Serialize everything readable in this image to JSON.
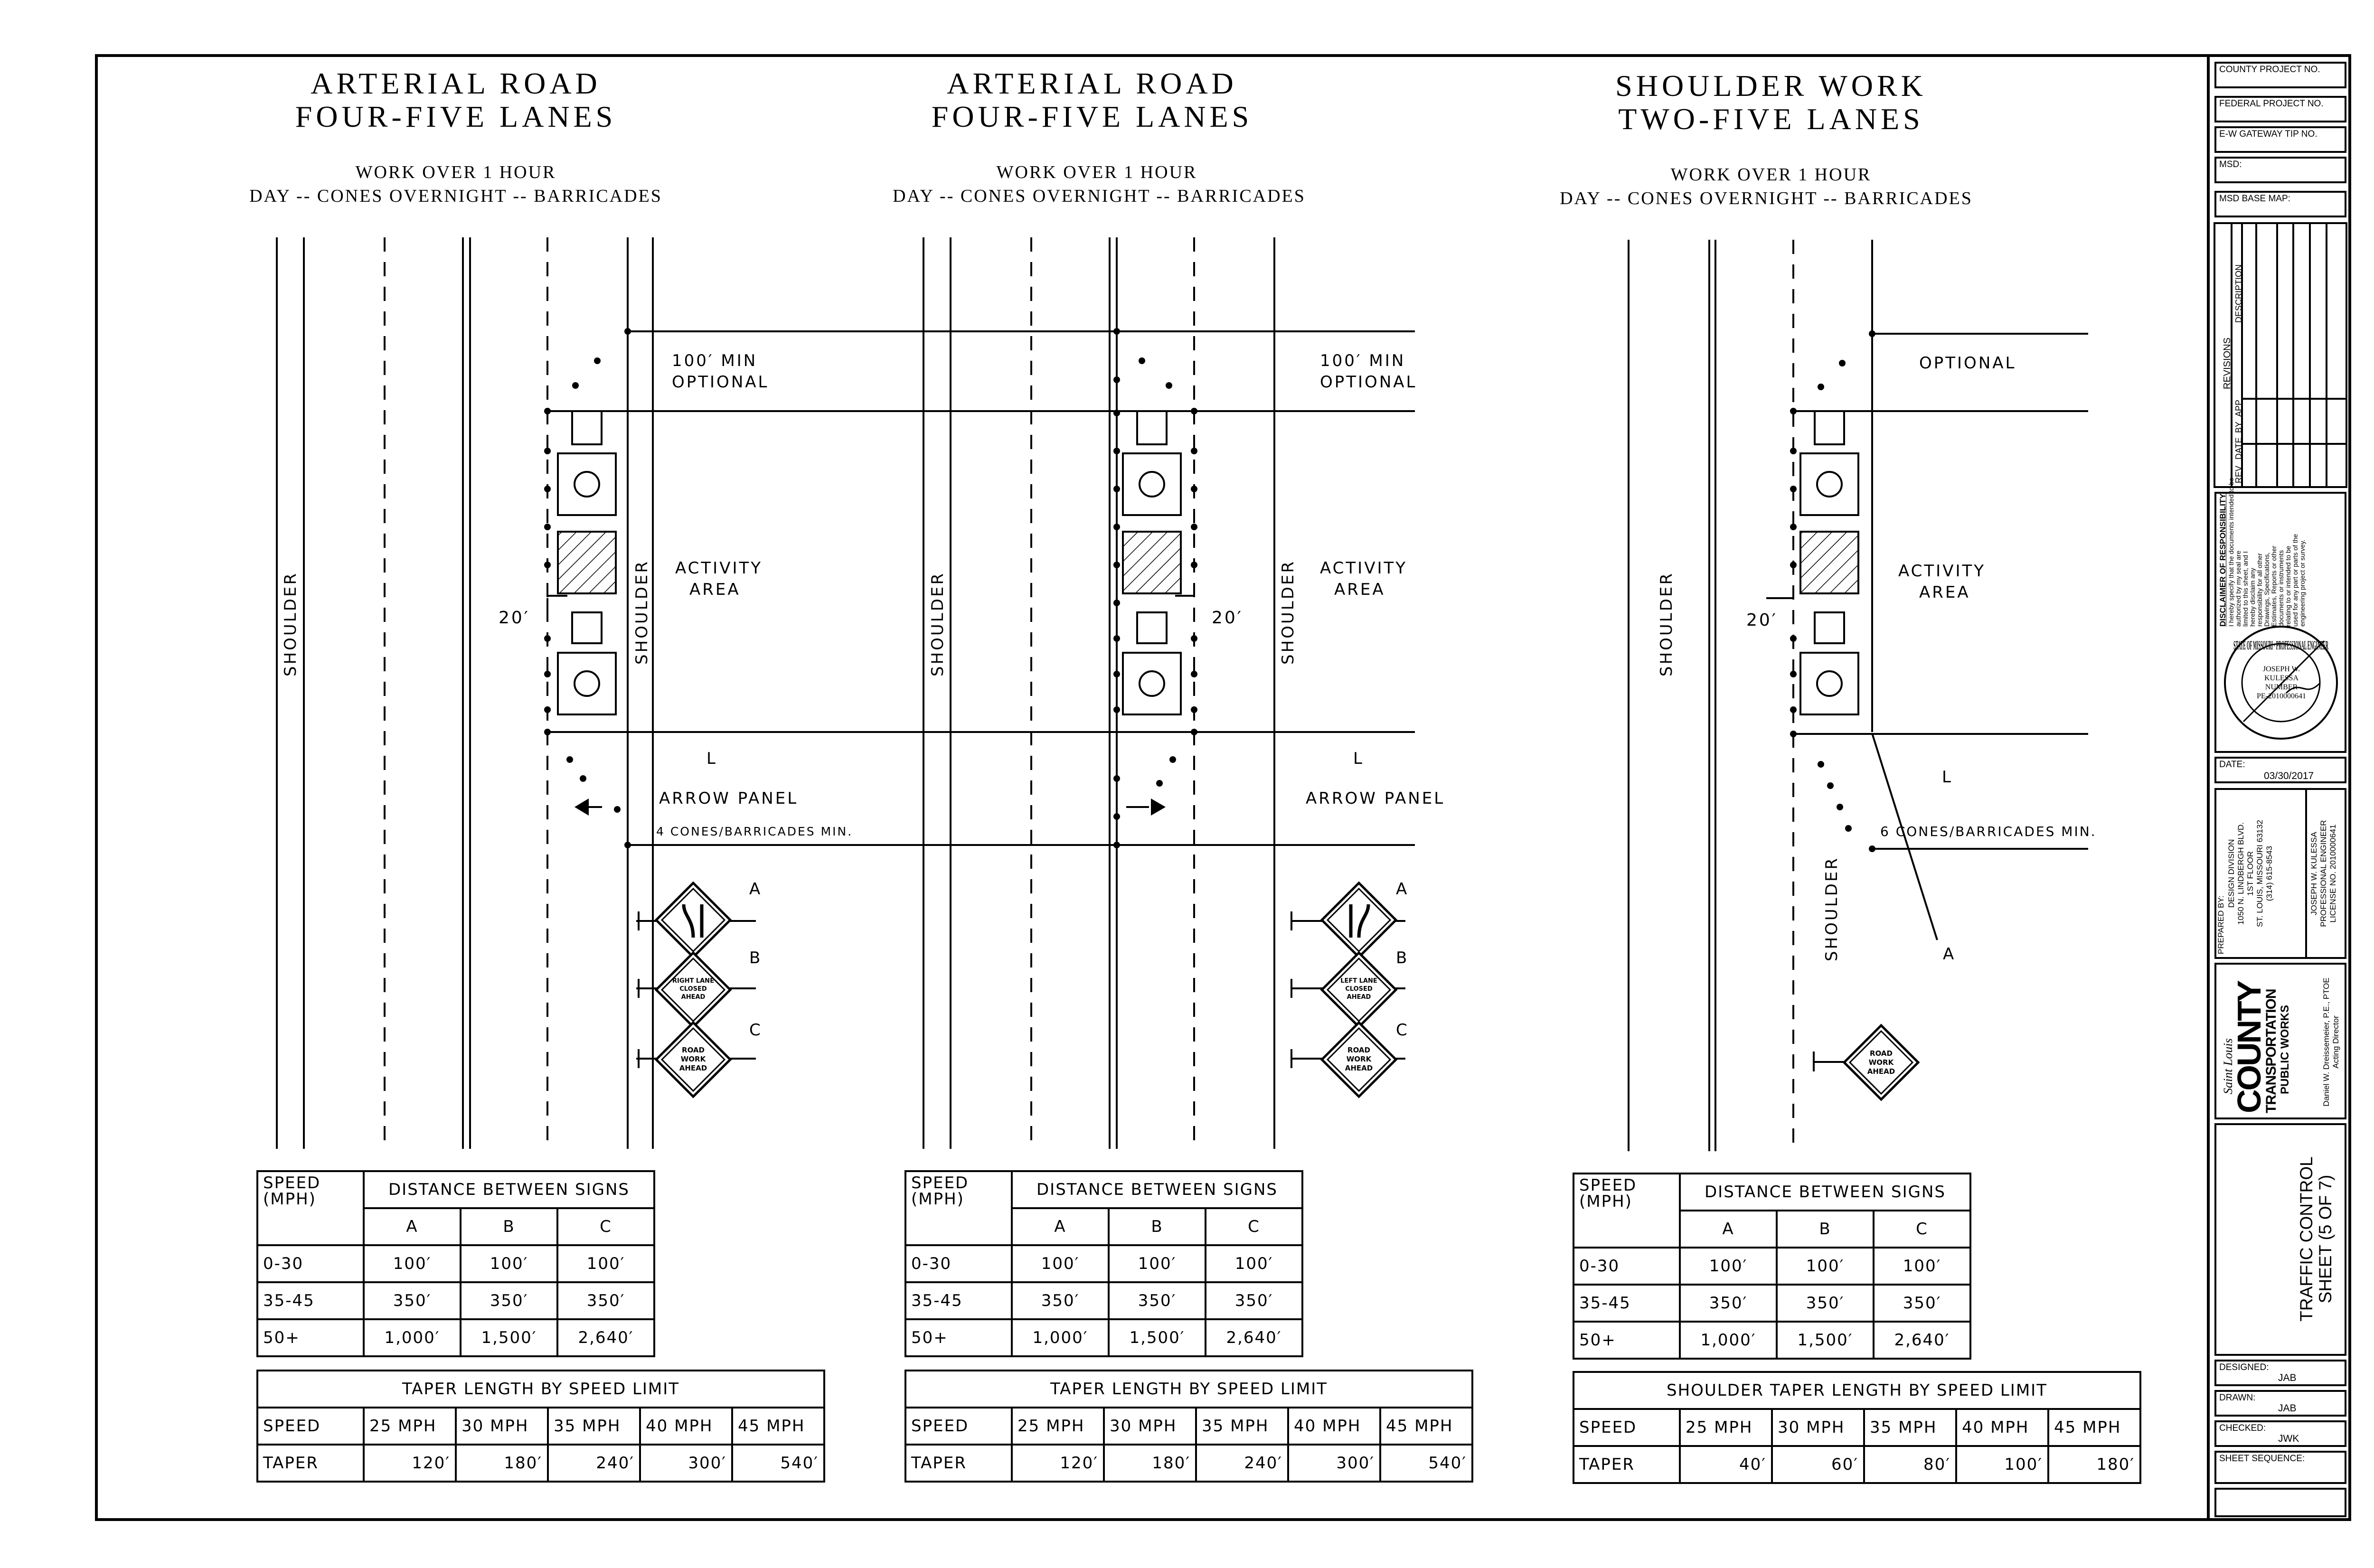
{
  "panels": [
    {
      "title1": "ARTERIAL ROAD",
      "title2": "FOUR-FIVE LANES",
      "sub1": "WORK OVER 1 HOUR",
      "sub2": "DAY -- CONES OVERNIGHT -- BARRICADES",
      "shoulder_left": "SHOULDER",
      "shoulder_right": "SHOULDER",
      "min_label": "100′ MIN",
      "optional_label": "OPTIONAL",
      "activity1": "ACTIVITY",
      "activity2": "AREA",
      "dim_20": "20′",
      "L": "L",
      "arrow_panel": "ARROW PANEL",
      "cones": "4 CONES/BARRICADES MIN.",
      "sign_a": "A",
      "sign_b": "B",
      "sign_c": "C",
      "sign_b_text": [
        "RIGHT LANE",
        "CLOSED",
        "AHEAD"
      ],
      "sign_c_text": [
        "ROAD",
        "WORK",
        "AHEAD"
      ],
      "dist_table": {
        "speed_head": [
          "SPEED",
          "(MPH)"
        ],
        "dist_head": "DISTANCE BETWEEN SIGNS",
        "cols": [
          "A",
          "B",
          "C"
        ],
        "rows": [
          [
            "0-30",
            "100′",
            "100′",
            "100′"
          ],
          [
            "35-45",
            "350′",
            "350′",
            "350′"
          ],
          [
            "50+",
            "1,000′",
            "1,500′",
            "2,640′"
          ]
        ]
      },
      "taper_table": {
        "title": "TAPER LENGTH BY SPEED LIMIT",
        "speed_row": [
          "SPEED",
          "25 MPH",
          "30 MPH",
          "35 MPH",
          "40 MPH",
          "45 MPH"
        ],
        "taper_row": [
          "TAPER",
          "120′",
          "180′",
          "240′",
          "300′",
          "540′"
        ]
      }
    },
    {
      "title1": "ARTERIAL ROAD",
      "title2": "FOUR-FIVE LANES",
      "sub1": "WORK OVER 1 HOUR",
      "sub2": "DAY -- CONES OVERNIGHT -- BARRICADES",
      "shoulder_left": "SHOULDER",
      "shoulder_right": "SHOULDER",
      "min_label": "100′ MIN",
      "optional_label": "OPTIONAL",
      "activity1": "ACTIVITY",
      "activity2": "AREA",
      "dim_20": "20′",
      "L": "L",
      "arrow_panel": "ARROW PANEL",
      "sign_a": "A",
      "sign_b": "B",
      "sign_c": "C",
      "sign_b_text": [
        "LEFT LANE",
        "CLOSED",
        "AHEAD"
      ],
      "sign_c_text": [
        "ROAD",
        "WORK",
        "AHEAD"
      ],
      "dist_table": {
        "speed_head": [
          "SPEED",
          "(MPH)"
        ],
        "dist_head": "DISTANCE BETWEEN SIGNS",
        "cols": [
          "A",
          "B",
          "C"
        ],
        "rows": [
          [
            "0-30",
            "100′",
            "100′",
            "100′"
          ],
          [
            "35-45",
            "350′",
            "350′",
            "350′"
          ],
          [
            "50+",
            "1,000′",
            "1,500′",
            "2,640′"
          ]
        ]
      },
      "taper_table": {
        "title": "TAPER LENGTH BY SPEED LIMIT",
        "speed_row": [
          "SPEED",
          "25 MPH",
          "30 MPH",
          "35 MPH",
          "40 MPH",
          "45 MPH"
        ],
        "taper_row": [
          "TAPER",
          "120′",
          "180′",
          "240′",
          "300′",
          "540′"
        ]
      }
    },
    {
      "title1": "SHOULDER WORK",
      "title2": "TWO-FIVE LANES",
      "sub1": "WORK OVER 1 HOUR",
      "sub2": "DAY -- CONES OVERNIGHT -- BARRICADES",
      "shoulder_left": "SHOULDER",
      "shoulder_right": "SHOULDER",
      "optional_label": "OPTIONAL",
      "activity1": "ACTIVITY",
      "activity2": "AREA",
      "dim_20": "20′",
      "L": "L",
      "cones": "6 CONES/BARRICADES MIN.",
      "sign_a": "A",
      "sign_text": [
        "ROAD",
        "WORK",
        "AHEAD"
      ],
      "dist_table": {
        "speed_head": [
          "SPEED",
          "(MPH)"
        ],
        "dist_head": "DISTANCE BETWEEN SIGNS",
        "cols": [
          "A",
          "B",
          "C"
        ],
        "rows": [
          [
            "0-30",
            "100′",
            "100′",
            "100′"
          ],
          [
            "35-45",
            "350′",
            "350′",
            "350′"
          ],
          [
            "50+",
            "1,000′",
            "1,500′",
            "2,640′"
          ]
        ]
      },
      "taper_table": {
        "title": "SHOULDER TAPER LENGTH BY SPEED LIMIT",
        "speed_row": [
          "SPEED",
          "25 MPH",
          "30 MPH",
          "35 MPH",
          "40 MPH",
          "45 MPH"
        ],
        "taper_row": [
          "TAPER",
          "40′",
          "60′",
          "80′",
          "100′",
          "180′"
        ]
      }
    }
  ],
  "title_block": {
    "county_project": "COUNTY PROJECT NO.",
    "federal_project": "FEDERAL PROJECT NO.",
    "ew_gateway": "E-W GATEWAY TIP NO.",
    "msd": "MSD:",
    "msd_base": "MSD BASE MAP:",
    "revisions": "REVISIONS",
    "rev_cols": [
      "REV",
      "DATE",
      "BY",
      "APP",
      "DESCRIPTION"
    ],
    "disclaimer_head": "DISCLAIMER OF RESPONSIBILITY",
    "disclaimer_body": [
      "I hereby specify that the documents intended to be",
      "authorized by my seal are",
      "limited to this sheet, and I",
      "hereby disclaim any",
      "responsibility for all other",
      "Drawings, Specifications,",
      "Estimates, Reports or other",
      "documents or instruments",
      "relating to or intended to be",
      "used for any part or parts of the",
      "engineering project or survey."
    ],
    "seal_ring": "STATE OF MISSOURI · PROFESSIONAL ENGINEER",
    "seal_name": [
      "JOSEPH W.",
      "KULESSA",
      "NUMBER",
      "PE-2010000641"
    ],
    "date_label": "DATE:",
    "date_value": "03/30/2017",
    "prepared_by": "PREPARED BY:",
    "prep_lines": [
      "DESIGN DIVISION",
      "1050 N. LINDBERGH BLVD.",
      "1ST FLOOR",
      "ST. LOUIS, MISSOURI 63132",
      "(314) 615-8543"
    ],
    "engineer_lines": [
      "JOSEPH W. KULESSA",
      "PROFESSIONAL ENGINEER",
      "LICENSE NO. 2010000641"
    ],
    "logo_saint": "Saint Louis",
    "logo_county": "COUNTY",
    "logo_transport": "TRANSPORTATION",
    "logo_public": "PUBLIC WORKS",
    "director": [
      "Daniel W. Dreissemeier, P.E., PTOE",
      "Acting Director"
    ],
    "sheet_title": [
      "TRAFFIC CONTROL",
      "SHEET (5 OF 7)"
    ],
    "designed_label": "DESIGNED:",
    "designed_value": "JAB",
    "drawn_label": "DRAWN:",
    "drawn_value": "JAB",
    "checked_label": "CHECKED:",
    "checked_value": "JWK",
    "sheet_seq_label": "SHEET SEQUENCE:"
  }
}
